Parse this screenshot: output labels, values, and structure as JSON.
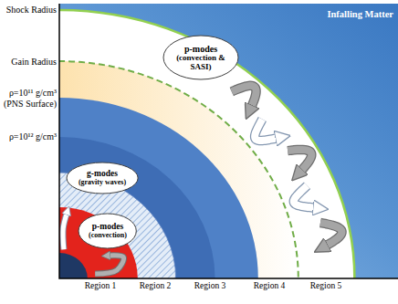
{
  "diagram": {
    "nodes": [
      {
        "text": [
          "p-modes",
          "(convection & SASI)"
        ]
      },
      {
        "text": [
          "g-modes",
          "(gravity waves)"
        ]
      },
      {
        "text": [
          "p-modes",
          "(convection)"
        ]
      }
    ],
    "labels": [
      "Shock Radius",
      "Gain Radius",
      "ρ=10¹¹ g/cm³",
      "(PNS Surface)",
      "ρ=10¹² g/cm³",
      "Infalling Matter",
      "Region 1",
      "Region 2",
      "Region 3",
      "Region 4",
      "Region 5"
    ]
  }
}
